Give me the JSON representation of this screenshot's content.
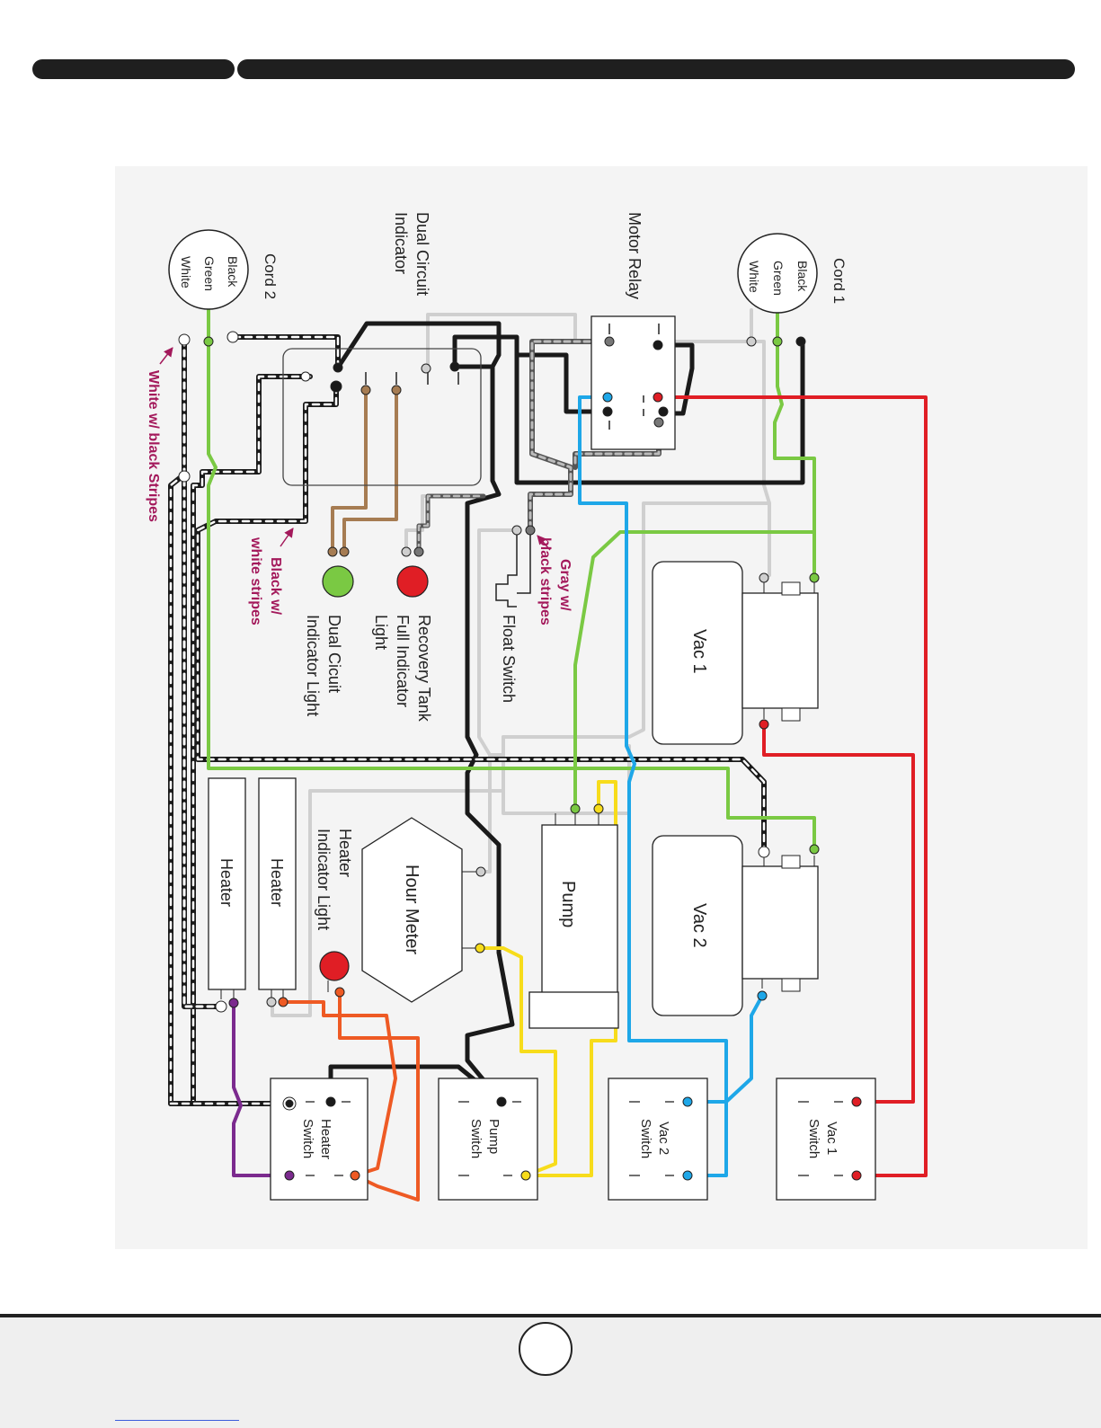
{
  "colors": {
    "black_wire": "#1a1a1a",
    "green_wire": "#7ac943",
    "red_wire": "#e01e25",
    "blue_wire": "#1ea7e8",
    "yellow_wire": "#f7dc1b",
    "orange_wire": "#ee5a24",
    "purple_wire": "#7b2a8e",
    "brown_wire": "#a67c52",
    "gray_wire": "#cfcfcf",
    "annotation": "#a3195b",
    "panel_bg": "#f4f4f4"
  },
  "components": {
    "cord1": {
      "label": "Cord 1",
      "pins": [
        "Black",
        "Green",
        "White"
      ]
    },
    "cord2": {
      "label": "Cord 2",
      "pins": [
        "Black",
        "Green",
        "White"
      ]
    },
    "motor_relay": "Motor Relay",
    "dual_circuit_indicator": [
      "Dual Circuit",
      "Indicator"
    ],
    "vac1": "Vac 1",
    "vac2": "Vac 2",
    "pump": "Pump",
    "hour_meter": "Hour Meter",
    "heater1": "Heater",
    "heater2": "Heater",
    "heater_indicator": [
      "Heater",
      "Indicator Light"
    ],
    "float_switch": "Float Switch",
    "recovery_light": [
      "Recovery Tank",
      "Full Indicator",
      "Light"
    ],
    "dual_light": [
      "Dual Cicuit",
      "Indicator Light"
    ],
    "switches": [
      [
        "Heater",
        "Switch"
      ],
      [
        "Pump",
        "Switch"
      ],
      [
        "Vac 2",
        "Switch"
      ],
      [
        "Vac 1",
        "Switch"
      ]
    ]
  },
  "annotations": {
    "white_black": "White w/ black Stripes",
    "black_white": [
      "Black w/",
      "white stripes"
    ],
    "gray_black": [
      "Gray w/",
      "black stripes"
    ]
  }
}
